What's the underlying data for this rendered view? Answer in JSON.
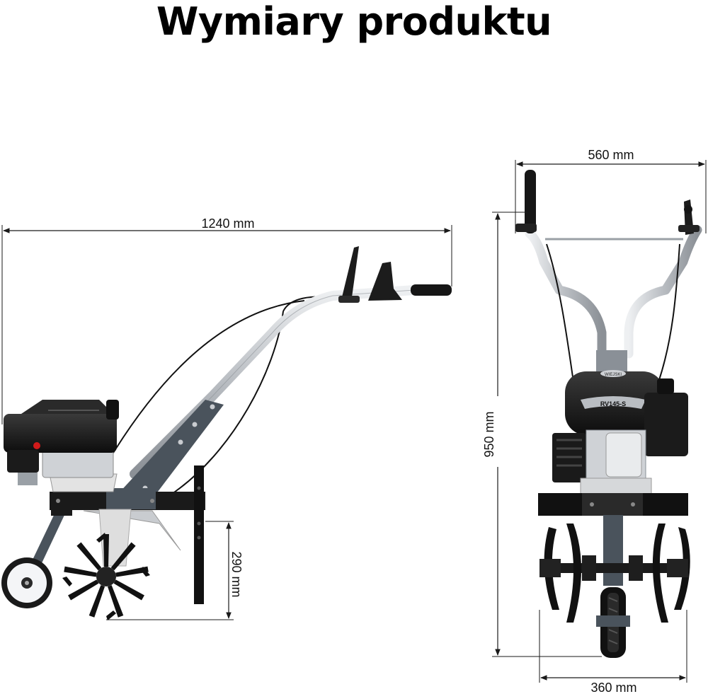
{
  "title": "Wymiary produktu",
  "dimensions": {
    "side_length": "1240 mm",
    "tine_height": "290 mm",
    "front_width": "560 mm",
    "height": "950 mm",
    "tine_width": "360 mm"
  },
  "engine": {
    "brand_label": "WIEJSKI",
    "model_label": "RV145-S"
  },
  "colors": {
    "background": "#ffffff",
    "frame_gray": "#4a535c",
    "handle_silver": "#c9ccd0",
    "engine_black": "#161616",
    "dimension_line": "#1a1a1a"
  }
}
